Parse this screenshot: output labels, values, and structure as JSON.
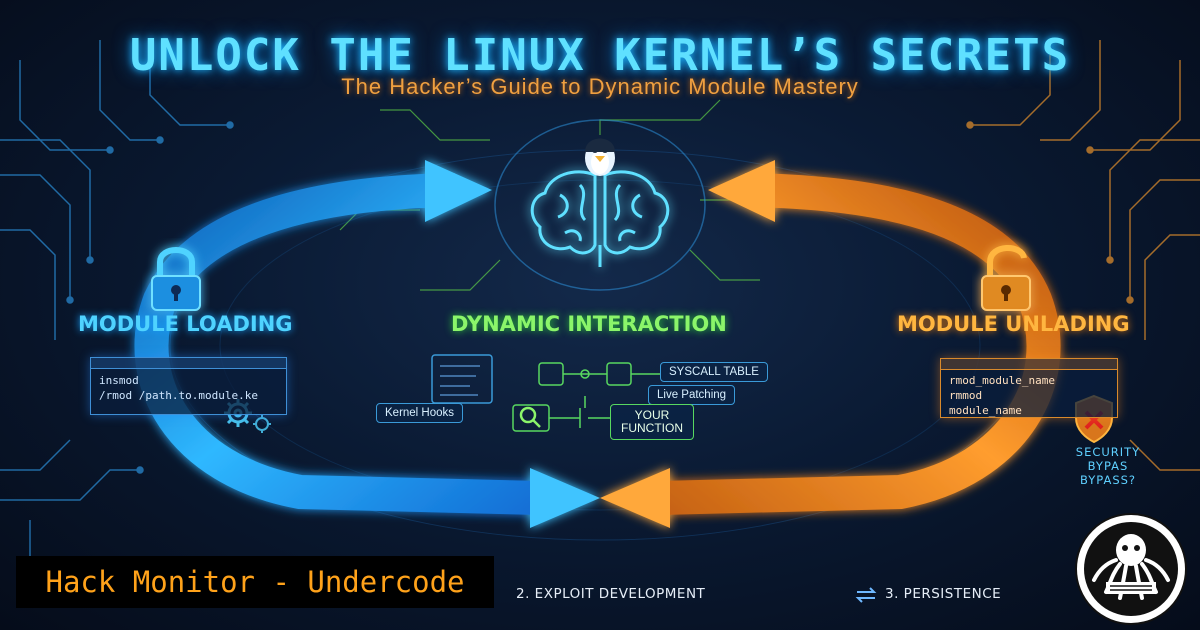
{
  "header": {
    "title": "UNLOCK THE LINUX KERNEL’S SECRETS",
    "subtitle": "The Hacker’s Guide to Dynamic Module Mastery"
  },
  "sections": {
    "loading": {
      "label": "MODULE LOADING",
      "terminal_lines": [
        "insmod",
        "/rmod /path.to.module.ke"
      ],
      "color": "#2aa8ff"
    },
    "interaction": {
      "label": "DYNAMIC INTERACTION",
      "tags": {
        "syscall": "SYSCALL TABLE",
        "patching": "Live Patching",
        "hooks": "Kernel Hooks",
        "function": "YOUR\nFUNCTION"
      },
      "color": "#6be84a"
    },
    "unloading": {
      "label": "MODULE UNLADING",
      "terminal_lines": [
        "rmod_module_name",
        "rmmod",
        "module_name"
      ],
      "security_text": [
        "SECURITY",
        "BYPAS",
        "BYPASS?"
      ],
      "color": "#ff9a2a"
    }
  },
  "banner": {
    "text": "Hack Monitor - Undercode"
  },
  "steps": [
    {
      "label": "2. EXPLOIT DEVELOPMENT"
    },
    {
      "label": "3. PERSISTENCE"
    }
  ],
  "icons": [
    "tux-icon",
    "brain-icon",
    "lock-icon",
    "unlock-icon",
    "gear-icon",
    "magnifier-icon",
    "shield-x-icon",
    "octopus-logo-icon",
    "sync-icon"
  ],
  "colors": {
    "blue_accent": "#2aa8ff",
    "orange_accent": "#ff9a2a",
    "green_accent": "#6be84a",
    "background": "#0a1a33"
  }
}
